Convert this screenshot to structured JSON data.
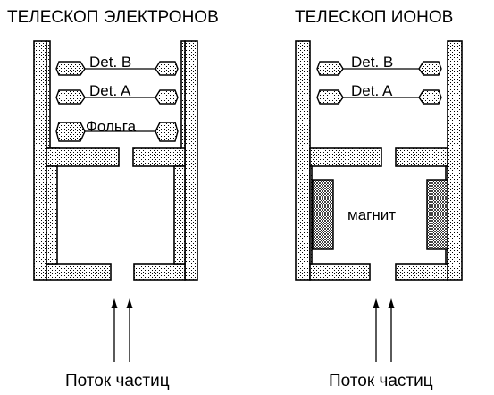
{
  "telescopes": [
    {
      "title": "ТЕЛЕСКОП ЭЛЕКТРОНОВ",
      "detectors": [
        "Det. B",
        "Det. A",
        "Фольга"
      ],
      "caption": "Поток частиц"
    },
    {
      "title": "ТЕЛЕСКОП ИОНОВ",
      "detectors": [
        "Det. B",
        "Det. A"
      ],
      "magnet_label": "магнит",
      "caption": "Поток частиц"
    }
  ],
  "colors": {
    "outline": "#000000",
    "stipple": "#000000",
    "background": "#ffffff"
  }
}
